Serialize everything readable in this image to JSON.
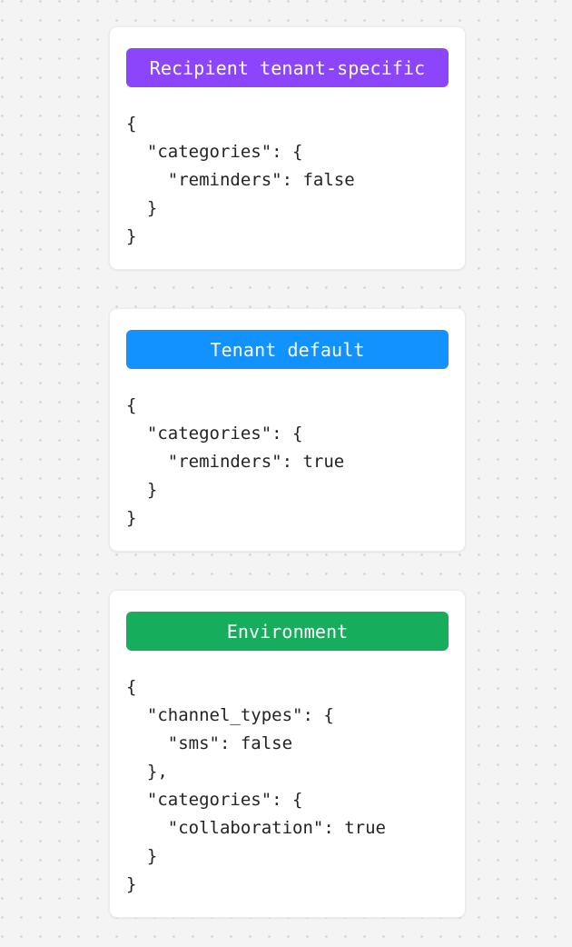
{
  "canvas": {
    "background_color": "#f4f4f4",
    "dot_color": "#c9c9c9"
  },
  "cards": [
    {
      "id": "recipient-tenant-specific",
      "header_label": "Recipient tenant-specific",
      "header_color": "#8c45fb",
      "header_text_color": "#ffffff",
      "code": "{\n  \"categories\": {\n    \"reminders\": false\n  }\n}"
    },
    {
      "id": "tenant-default",
      "header_label": "Tenant default",
      "header_color": "#1192ff",
      "header_text_color": "#ffffff",
      "code": "{\n  \"categories\": {\n    \"reminders\": true\n  }\n}"
    },
    {
      "id": "environment",
      "header_label": "Environment",
      "header_color": "#16ad5d",
      "header_text_color": "#ffffff",
      "code": "{\n  \"channel_types\": {\n    \"sms\": false\n  },\n  \"categories\": {\n    \"collaboration\": true\n  }\n}"
    }
  ]
}
